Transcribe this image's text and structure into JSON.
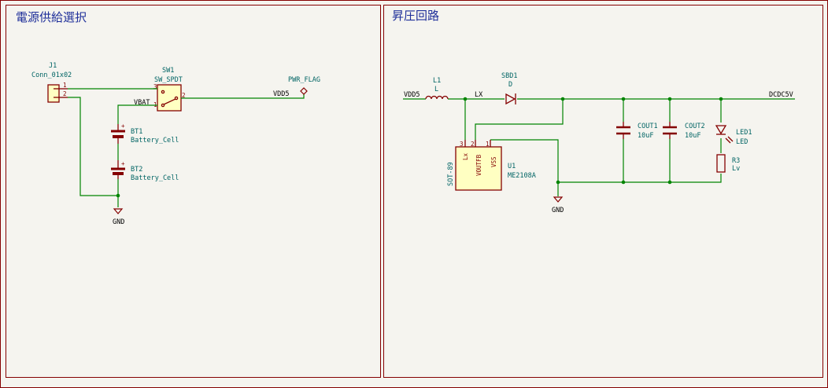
{
  "sections": {
    "left_title": "電源供給選択",
    "right_title": "昇圧回路"
  },
  "components": {
    "J1": {
      "ref": "J1",
      "value": "Conn_01x02",
      "pin1": "1",
      "pin2": "2"
    },
    "SW1": {
      "ref": "SW1",
      "value": "SW_SPDT",
      "pin1": "1",
      "pin2": "2",
      "pin3": "3"
    },
    "BT1": {
      "ref": "BT1",
      "value": "Battery_Cell",
      "plus": "+"
    },
    "BT2": {
      "ref": "BT2",
      "value": "Battery_Cell",
      "plus": "+"
    },
    "PWR_FLAG": {
      "value": "PWR_FLAG"
    },
    "L1": {
      "ref": "L1",
      "value": "L"
    },
    "SBD1": {
      "ref": "SBD1",
      "value": "D"
    },
    "U1": {
      "ref": "U1",
      "value": "ME2108A",
      "package": "SOT-89",
      "pin1": "1",
      "pin2": "2",
      "pin3": "3",
      "pin_lx": "Lx",
      "pin_voutfb": "VOUTFB",
      "pin_vss": "VSS"
    },
    "COUT1": {
      "ref": "COUT1",
      "value": "10uF"
    },
    "COUT2": {
      "ref": "COUT2",
      "value": "10uF"
    },
    "LED1": {
      "ref": "LED1",
      "value": "LED"
    },
    "R3": {
      "ref": "R3",
      "value": "Lv"
    }
  },
  "nets": {
    "vbat": "VBAT",
    "vdd5_left": "VDD5",
    "vdd5_right": "VDD5",
    "lx": "LX",
    "dcdc5v": "DCDC5V",
    "gnd_left": "GND",
    "gnd_right": "GND"
  },
  "colors": {
    "background": "#f5f4ef",
    "wire": "#008400",
    "symbol": "#840000",
    "symbol_fill": "#ffffc2",
    "reference_text": "#006464",
    "title_text": "#1f2f9a"
  }
}
